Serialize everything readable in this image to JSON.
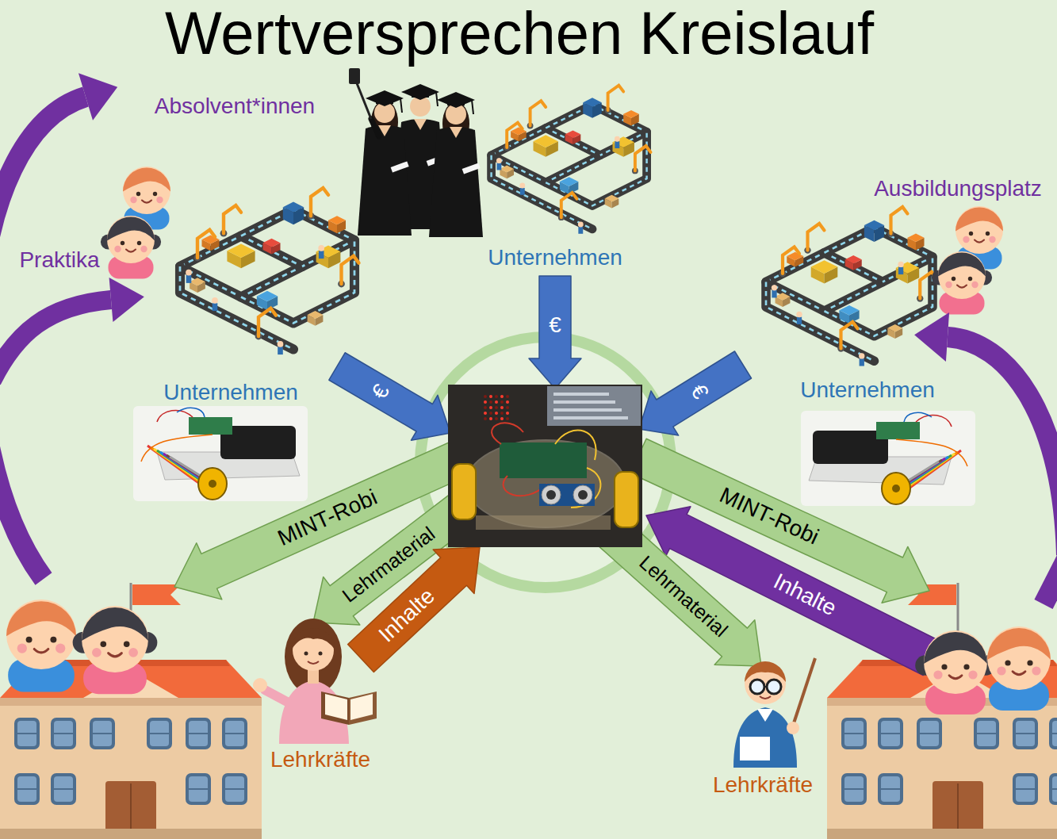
{
  "diagram": {
    "title": "Wertversprechen Kreislauf",
    "nodes": [
      {
        "text": [
          "Absolvent*innen"
        ]
      },
      {
        "text": [
          "Unternehmen"
        ]
      },
      {
        "text": [
          "Praktika"
        ]
      },
      {
        "text": [
          "Unternehmen"
        ]
      },
      {
        "text": [
          "Ausbildungsplatz"
        ]
      },
      {
        "text": [
          "Unternehmen"
        ]
      },
      {
        "text": [
          "Lehrkräfte"
        ]
      },
      {
        "text": [
          "Lehrkräfte"
        ]
      }
    ],
    "labels": [
      "€",
      "€",
      "€",
      "MINT-Robi",
      "Lehrmaterial",
      "Inhalte",
      "MINT-Robi",
      "Inhalte",
      "Lehrmaterial"
    ]
  }
}
